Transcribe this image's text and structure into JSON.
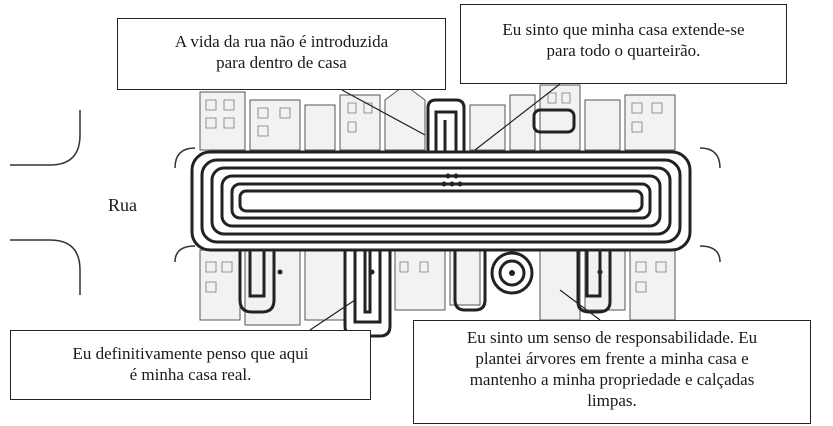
{
  "labels": {
    "street": "Rua"
  },
  "callouts": {
    "top_left": "A vida da rua não é introduzida\npara dentro de casa",
    "top_right": "Eu sinto que minha casa extende-se\npara todo o quarteirão.",
    "bottom_left": "Eu definitivamente penso que aqui\né minha casa real.",
    "bottom_right": "Eu sinto um senso de responsabilidade. Eu\nplantei árvores em frente a minha casa e\nmantenho a minha propriedade e calçadas\nlimpas."
  },
  "colors": {
    "ink": "#222222",
    "sketch": "#555555",
    "paper": "#ffffff"
  }
}
